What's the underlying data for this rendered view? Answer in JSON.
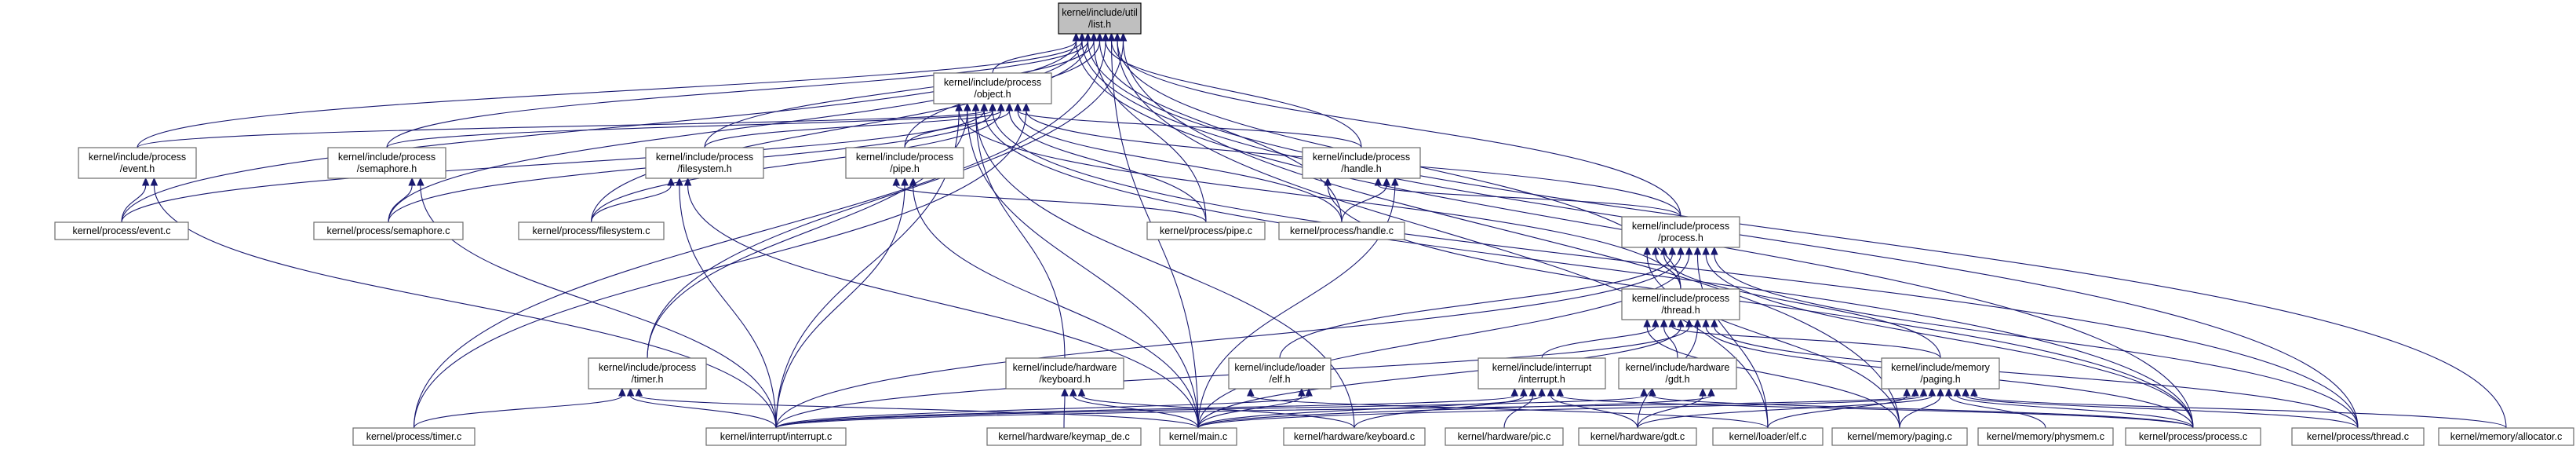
{
  "graph": {
    "title": "",
    "colors": {
      "edge": "#191970",
      "node_border": "#6b6b6b",
      "root_fill": "#bfbfbf"
    },
    "nodes": [
      {
        "id": "list_h",
        "lines": [
          "kernel/include/util",
          "/list.h"
        ],
        "root": true
      },
      {
        "id": "object_h",
        "lines": [
          "kernel/include/process",
          "/object.h"
        ]
      },
      {
        "id": "event_h",
        "lines": [
          "kernel/include/process",
          "/event.h"
        ]
      },
      {
        "id": "semaphore_h",
        "lines": [
          "kernel/include/process",
          "/semaphore.h"
        ]
      },
      {
        "id": "filesystem_h",
        "lines": [
          "kernel/include/process",
          "/filesystem.h"
        ]
      },
      {
        "id": "pipe_h",
        "lines": [
          "kernel/include/process",
          "/pipe.h"
        ]
      },
      {
        "id": "handle_h",
        "lines": [
          "kernel/include/process",
          "/handle.h"
        ]
      },
      {
        "id": "process_h",
        "lines": [
          "kernel/include/process",
          "/process.h"
        ]
      },
      {
        "id": "thread_h",
        "lines": [
          "kernel/include/process",
          "/thread.h"
        ]
      },
      {
        "id": "timer_h",
        "lines": [
          "kernel/include/process",
          "/timer.h"
        ]
      },
      {
        "id": "keyboard_h",
        "lines": [
          "kernel/include/hardware",
          "/keyboard.h"
        ]
      },
      {
        "id": "elf_h",
        "lines": [
          "kernel/include/loader",
          "/elf.h"
        ]
      },
      {
        "id": "interrupt_h",
        "lines": [
          "kernel/include/interrupt",
          "/interrupt.h"
        ]
      },
      {
        "id": "gdt_h",
        "lines": [
          "kernel/include/hardware",
          "/gdt.h"
        ]
      },
      {
        "id": "paging_h",
        "lines": [
          "kernel/include/memory",
          "/paging.h"
        ]
      },
      {
        "id": "event_c",
        "lines": [
          "kernel/process/event.c"
        ]
      },
      {
        "id": "semaphore_c",
        "lines": [
          "kernel/process/semaphore.c"
        ]
      },
      {
        "id": "filesystem_c",
        "lines": [
          "kernel/process/filesystem.c"
        ]
      },
      {
        "id": "pipe_c",
        "lines": [
          "kernel/process/pipe.c"
        ]
      },
      {
        "id": "handle_c",
        "lines": [
          "kernel/process/handle.c"
        ]
      },
      {
        "id": "timer_c",
        "lines": [
          "kernel/process/timer.c"
        ]
      },
      {
        "id": "interrupt_c",
        "lines": [
          "kernel/interrupt/interrupt.c"
        ]
      },
      {
        "id": "keymap_c",
        "lines": [
          "kernel/hardware/keymap_de.c"
        ]
      },
      {
        "id": "main_c",
        "lines": [
          "kernel/main.c"
        ]
      },
      {
        "id": "keyboard_c",
        "lines": [
          "kernel/hardware/keyboard.c"
        ]
      },
      {
        "id": "pic_c",
        "lines": [
          "kernel/hardware/pic.c"
        ]
      },
      {
        "id": "gdt_c",
        "lines": [
          "kernel/hardware/gdt.c"
        ]
      },
      {
        "id": "elf_c",
        "lines": [
          "kernel/loader/elf.c"
        ]
      },
      {
        "id": "paging_c",
        "lines": [
          "kernel/memory/paging.c"
        ]
      },
      {
        "id": "physmem_c",
        "lines": [
          "kernel/memory/physmem.c"
        ]
      },
      {
        "id": "process_c",
        "lines": [
          "kernel/process/process.c"
        ]
      },
      {
        "id": "thread_c",
        "lines": [
          "kernel/process/thread.c"
        ]
      },
      {
        "id": "allocator_c",
        "lines": [
          "kernel/memory/allocator.c"
        ]
      }
    ],
    "edges": [
      [
        "object_h",
        "list_h"
      ],
      [
        "event_h",
        "list_h"
      ],
      [
        "semaphore_h",
        "list_h"
      ],
      [
        "filesystem_h",
        "list_h"
      ],
      [
        "pipe_h",
        "list_h"
      ],
      [
        "handle_h",
        "list_h"
      ],
      [
        "process_h",
        "list_h"
      ],
      [
        "thread_h",
        "list_h"
      ],
      [
        "timer_h",
        "list_h"
      ],
      [
        "event_c",
        "list_h"
      ],
      [
        "semaphore_c",
        "list_h"
      ],
      [
        "filesystem_c",
        "list_h"
      ],
      [
        "pipe_c",
        "list_h"
      ],
      [
        "handle_c",
        "list_h"
      ],
      [
        "timer_c",
        "list_h"
      ],
      [
        "main_c",
        "list_h"
      ],
      [
        "elf_c",
        "list_h"
      ],
      [
        "paging_c",
        "list_h"
      ],
      [
        "process_c",
        "list_h"
      ],
      [
        "thread_c",
        "list_h"
      ],
      [
        "allocator_c",
        "list_h"
      ],
      [
        "event_h",
        "object_h"
      ],
      [
        "semaphore_h",
        "object_h"
      ],
      [
        "filesystem_h",
        "object_h"
      ],
      [
        "pipe_h",
        "object_h"
      ],
      [
        "handle_h",
        "object_h"
      ],
      [
        "process_h",
        "object_h"
      ],
      [
        "thread_h",
        "object_h"
      ],
      [
        "timer_h",
        "object_h"
      ],
      [
        "keyboard_h",
        "object_h"
      ],
      [
        "event_c",
        "object_h"
      ],
      [
        "semaphore_c",
        "object_h"
      ],
      [
        "filesystem_c",
        "object_h"
      ],
      [
        "pipe_c",
        "object_h"
      ],
      [
        "handle_c",
        "object_h"
      ],
      [
        "timer_c",
        "object_h"
      ],
      [
        "interrupt_c",
        "object_h"
      ],
      [
        "main_c",
        "object_h"
      ],
      [
        "keyboard_c",
        "object_h"
      ],
      [
        "process_c",
        "object_h"
      ],
      [
        "thread_c",
        "object_h"
      ],
      [
        "event_c",
        "event_h"
      ],
      [
        "interrupt_c",
        "event_h"
      ],
      [
        "semaphore_c",
        "semaphore_h"
      ],
      [
        "interrupt_c",
        "semaphore_h"
      ],
      [
        "filesystem_c",
        "filesystem_h"
      ],
      [
        "interrupt_c",
        "filesystem_h"
      ],
      [
        "main_c",
        "filesystem_h"
      ],
      [
        "pipe_c",
        "pipe_h"
      ],
      [
        "interrupt_c",
        "pipe_h"
      ],
      [
        "main_c",
        "pipe_h"
      ],
      [
        "process_h",
        "handle_h"
      ],
      [
        "handle_c",
        "handle_h"
      ],
      [
        "main_c",
        "handle_h"
      ],
      [
        "process_c",
        "handle_h"
      ],
      [
        "thread_h",
        "process_h"
      ],
      [
        "paging_h",
        "process_h"
      ],
      [
        "elf_h",
        "process_h"
      ],
      [
        "interrupt_c",
        "process_h"
      ],
      [
        "main_c",
        "process_h"
      ],
      [
        "elf_c",
        "process_h"
      ],
      [
        "process_c",
        "process_h"
      ],
      [
        "thread_c",
        "process_h"
      ],
      [
        "paging_c",
        "process_h"
      ],
      [
        "interrupt_h",
        "thread_h"
      ],
      [
        "gdt_h",
        "thread_h"
      ],
      [
        "paging_h",
        "thread_h"
      ],
      [
        "main_c",
        "thread_h"
      ],
      [
        "interrupt_c",
        "thread_h"
      ],
      [
        "gdt_c",
        "thread_h"
      ],
      [
        "process_c",
        "thread_h"
      ],
      [
        "thread_c",
        "thread_h"
      ],
      [
        "paging_c",
        "thread_h"
      ],
      [
        "timer_c",
        "timer_h"
      ],
      [
        "interrupt_c",
        "timer_h"
      ],
      [
        "main_c",
        "timer_h"
      ],
      [
        "keymap_c",
        "keyboard_h"
      ],
      [
        "main_c",
        "keyboard_h"
      ],
      [
        "keyboard_c",
        "keyboard_h"
      ],
      [
        "main_c",
        "elf_h"
      ],
      [
        "interrupt_c",
        "elf_h"
      ],
      [
        "elf_c",
        "elf_h"
      ],
      [
        "interrupt_c",
        "interrupt_h"
      ],
      [
        "keyboard_c",
        "interrupt_h"
      ],
      [
        "pic_c",
        "interrupt_h"
      ],
      [
        "main_c",
        "interrupt_h"
      ],
      [
        "gdt_c",
        "interrupt_h"
      ],
      [
        "process_c",
        "interrupt_h"
      ],
      [
        "gdt_c",
        "gdt_h"
      ],
      [
        "main_c",
        "gdt_h"
      ],
      [
        "interrupt_c",
        "gdt_h"
      ],
      [
        "process_c",
        "gdt_h"
      ],
      [
        "main_c",
        "paging_h"
      ],
      [
        "gdt_c",
        "paging_h"
      ],
      [
        "paging_c",
        "paging_h"
      ],
      [
        "physmem_c",
        "paging_h"
      ],
      [
        "process_c",
        "paging_h"
      ],
      [
        "thread_c",
        "paging_h"
      ],
      [
        "allocator_c",
        "paging_h"
      ],
      [
        "elf_c",
        "paging_h"
      ],
      [
        "interrupt_c",
        "paging_h"
      ]
    ]
  }
}
